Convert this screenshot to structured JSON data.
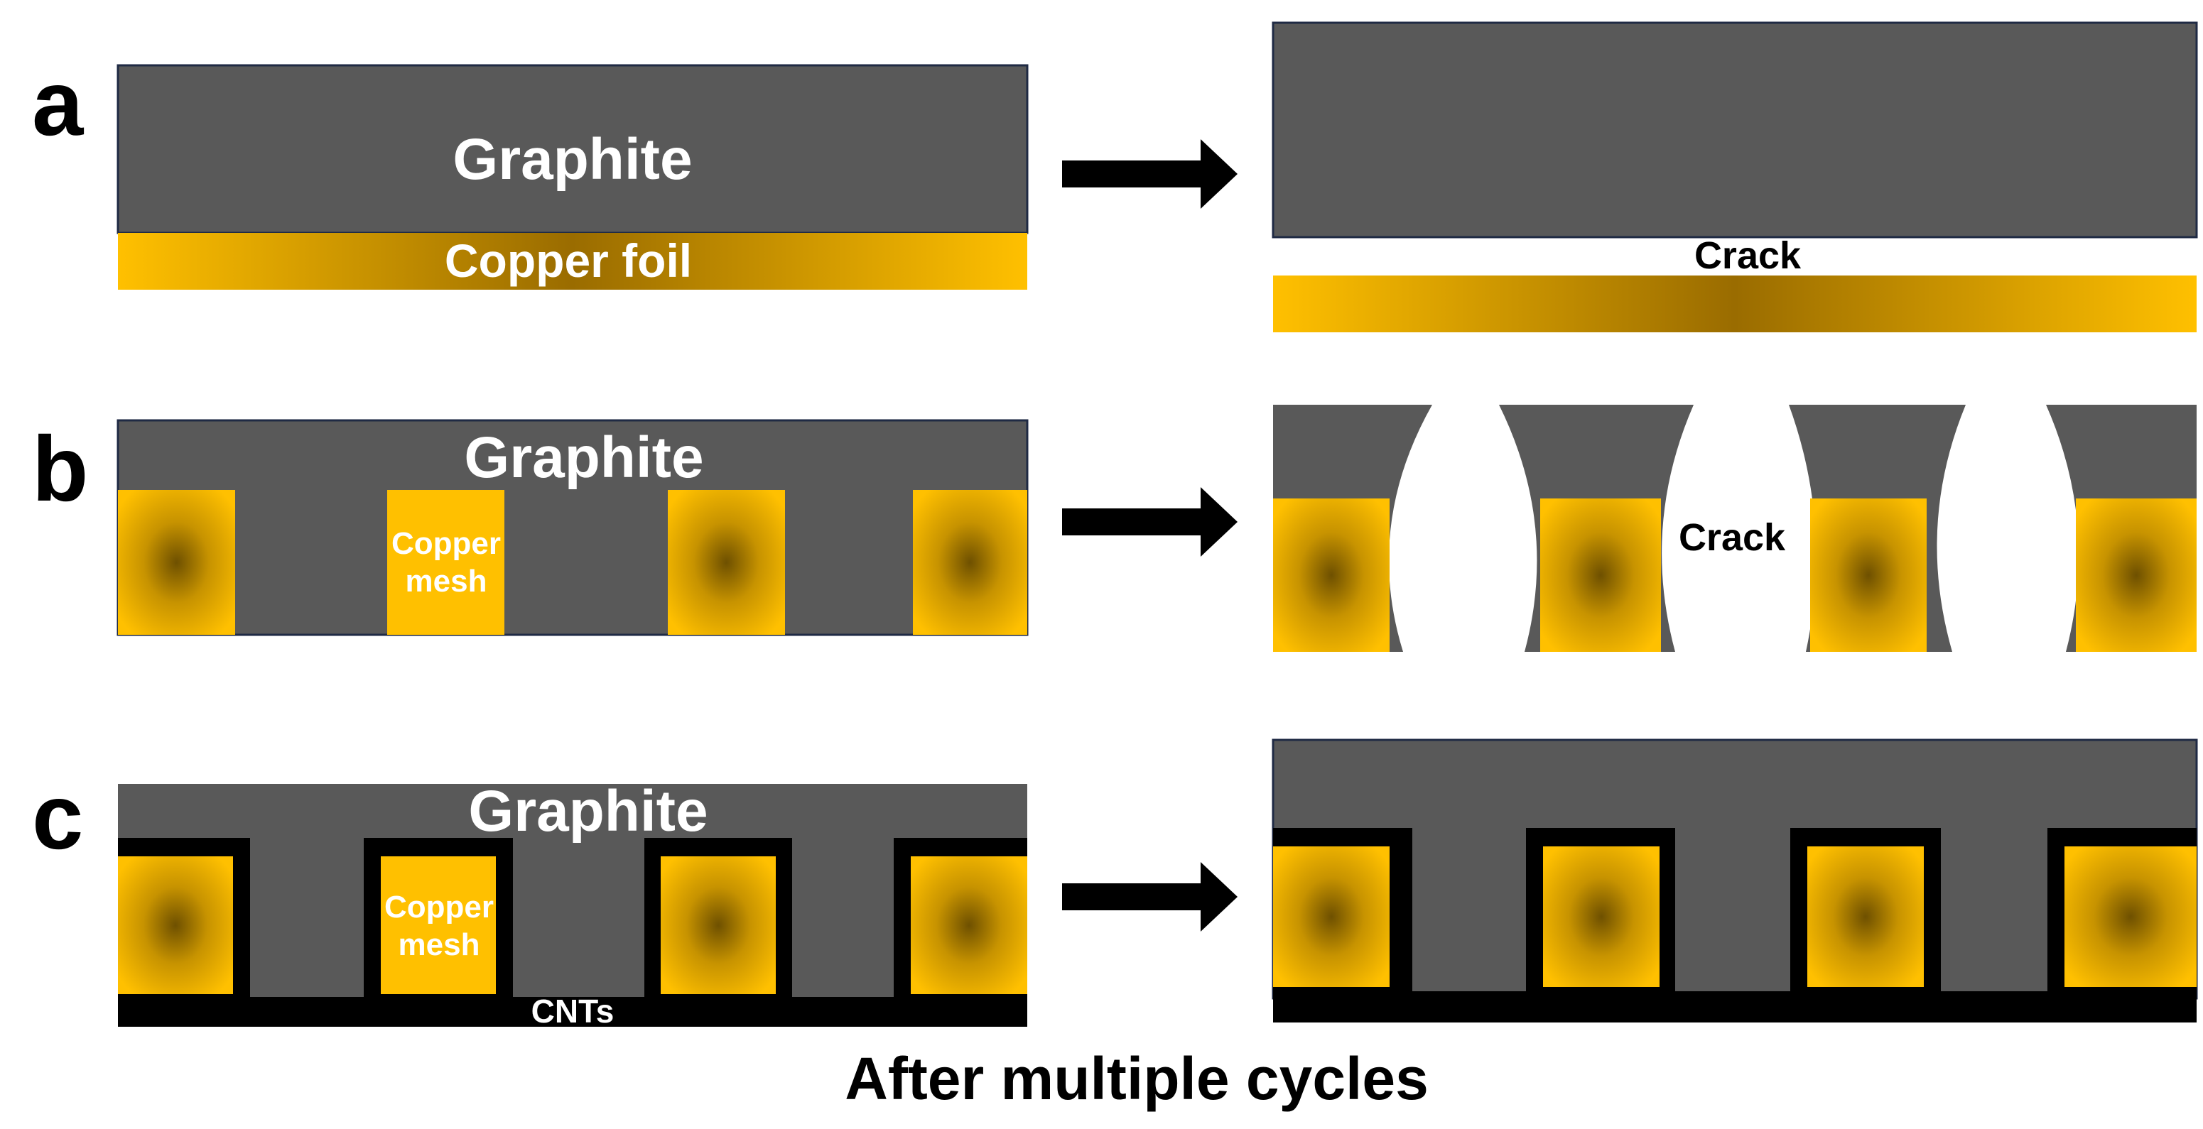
{
  "panels": {
    "a": {
      "letter": "a",
      "before": {
        "graphite_label": "Graphite",
        "current_collector_label": "Copper foil"
      },
      "after": {
        "crack_label": "Crack"
      }
    },
    "b": {
      "letter": "b",
      "before": {
        "graphite_label": "Graphite",
        "mesh_label_line1": "Copper",
        "mesh_label_line2": "mesh"
      },
      "after": {
        "crack_label": "Crack"
      }
    },
    "c": {
      "letter": "c",
      "before": {
        "graphite_label": "Graphite",
        "mesh_label_line1": "Copper",
        "mesh_label_line2": "mesh",
        "coating_label": "CNTs"
      }
    }
  },
  "caption": "After multiple cycles",
  "colors": {
    "graphite": "#595959",
    "copper": "#FFC000",
    "copper_dark": "#8C6200",
    "cnt": "#000000",
    "arrow": "#000000",
    "outline": "#1F2A44"
  }
}
